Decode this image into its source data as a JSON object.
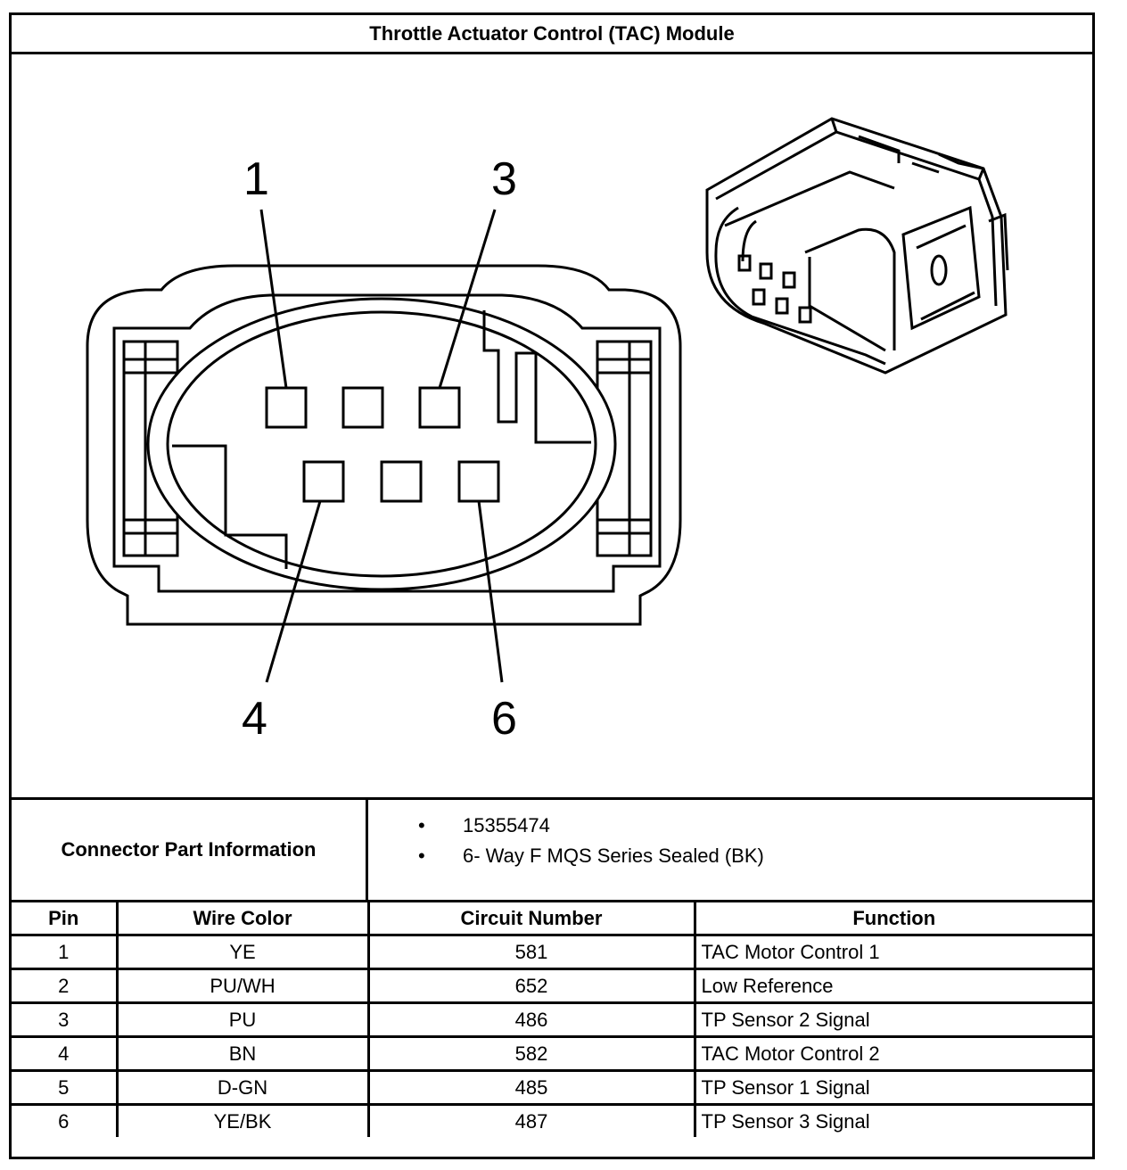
{
  "title": "Throttle Actuator Control (TAC) Module",
  "diagram": {
    "callouts": [
      "1",
      "3",
      "4",
      "6"
    ]
  },
  "connector_info": {
    "label": "Connector Part Information",
    "items": [
      "15355474",
      "6- Way F MQS Series Sealed (BK)"
    ]
  },
  "table": {
    "headers": [
      "Pin",
      "Wire Color",
      "Circuit Number",
      "Function"
    ],
    "rows": [
      [
        "1",
        "YE",
        "581",
        "TAC Motor Control 1"
      ],
      [
        "2",
        "PU/WH",
        "652",
        "Low Reference"
      ],
      [
        "3",
        "PU",
        "486",
        "TP Sensor 2 Signal"
      ],
      [
        "4",
        "BN",
        "582",
        "TAC Motor Control 2"
      ],
      [
        "5",
        "D-GN",
        "485",
        "TP Sensor 1 Signal"
      ],
      [
        "6",
        "YE/BK",
        "487",
        "TP Sensor 3 Signal"
      ]
    ]
  }
}
